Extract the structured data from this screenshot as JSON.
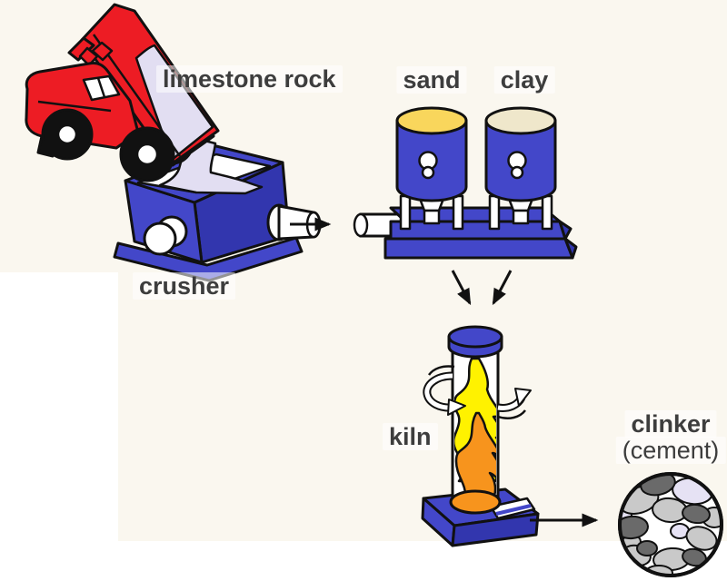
{
  "diagram": {
    "labels": {
      "limestone_rock": "limestone rock",
      "crusher": "crusher",
      "sand": "sand",
      "clay": "clay",
      "kiln": "kiln",
      "clinker": "clinker",
      "clinker_sub": "(cement)"
    },
    "colors": {
      "background": "#FAF7EF",
      "machine_blue": "#4347C9",
      "machine_blue_dark": "#3236AE",
      "truck_red": "#ED1C24",
      "limestone": "#E2DEF2",
      "sand_top": "#F9D65C",
      "clay_top": "#EFE7CB",
      "flame_yellow": "#FFF200",
      "flame_orange": "#F7941D",
      "pebble_light": "#C9C9C9",
      "pebble_dark": "#6A6A6A",
      "pebble_lavender": "#E6E2F4",
      "outline": "#111111",
      "label_text": "#3D3D3D"
    },
    "icons": [
      "dump-truck-icon",
      "limestone-stream-icon",
      "crusher-icon",
      "flow-arrow-icon",
      "sand-tank-icon",
      "clay-tank-icon",
      "mixer-platform-icon",
      "kiln-icon",
      "flame-icon",
      "rotation-arrows-icon",
      "clinker-ball-icon"
    ]
  }
}
